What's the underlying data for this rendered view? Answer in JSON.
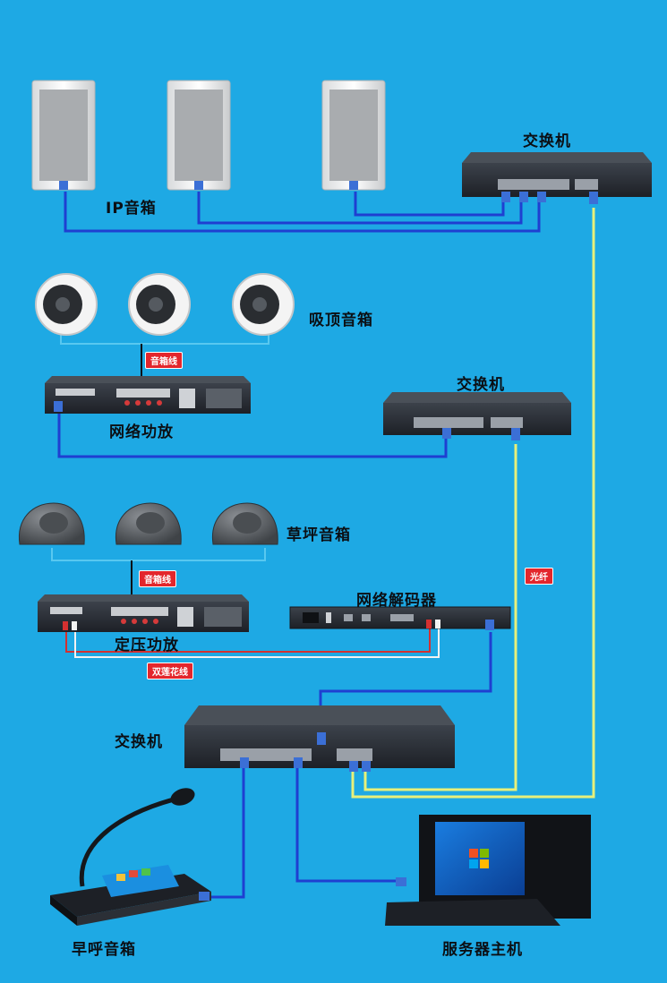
{
  "labels": {
    "ip_speaker": "IP音箱",
    "ceiling_speaker": "吸顶音箱",
    "lawn_speaker": "草坪音箱",
    "network_amp": "网络功放",
    "constant_voltage_amp": "定压功放",
    "network_decoder": "网络解码器",
    "switch_top": "交换机",
    "switch_mid": "交换机",
    "switch_bottom": "交换机",
    "paging_mic": "早呼音箱",
    "server_host": "服务器主机"
  },
  "tags": {
    "speaker_wire_1": "音箱线",
    "speaker_wire_2": "音箱线",
    "fiber": "光纤",
    "twisted_pair": "双莲花线"
  },
  "colors": {
    "background": "#1ea9e4",
    "network_cable": "#1f3fd1",
    "fiber": "#e8f07a",
    "speaker_wire": "#58c8f0",
    "tag_red": "#e3262c",
    "device_dark": "#2b2f36"
  }
}
